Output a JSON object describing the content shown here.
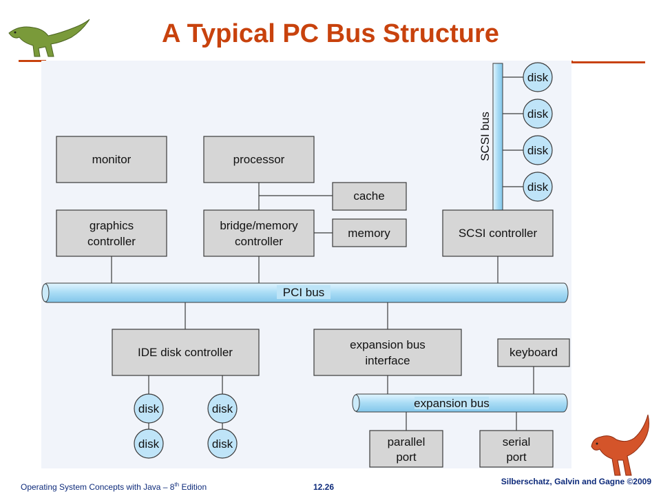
{
  "title": "A Typical PC Bus Structure",
  "diagram": {
    "boxes": {
      "monitor": "monitor",
      "processor": "processor",
      "cache": "cache",
      "graphics_controller": [
        "graphics",
        "controller"
      ],
      "bridge_memory_controller": [
        "bridge/memory",
        "controller"
      ],
      "memory": "memory",
      "scsi_controller": "SCSI controller",
      "ide_disk_controller": "IDE disk controller",
      "expansion_bus_interface": [
        "expansion bus",
        "interface"
      ],
      "keyboard": "keyboard",
      "parallel_port": [
        "parallel",
        "port"
      ],
      "serial_port": [
        "serial",
        "port"
      ]
    },
    "buses": {
      "pci": "PCI bus",
      "scsi": "SCSI bus",
      "expansion": "expansion bus"
    },
    "disk_label": "disk"
  },
  "footer": {
    "left": "Operating System Concepts  with Java – 8",
    "left_sup": "th",
    "left_end": " Edition",
    "center": "12.26",
    "right": "Silberschatz, Galvin and Gagne ©2009"
  },
  "colors": {
    "title": "#c8420d",
    "footer": "#0d2a7a",
    "bus_fill": "#bfe4f8",
    "box_fill": "#d6d6d6"
  }
}
